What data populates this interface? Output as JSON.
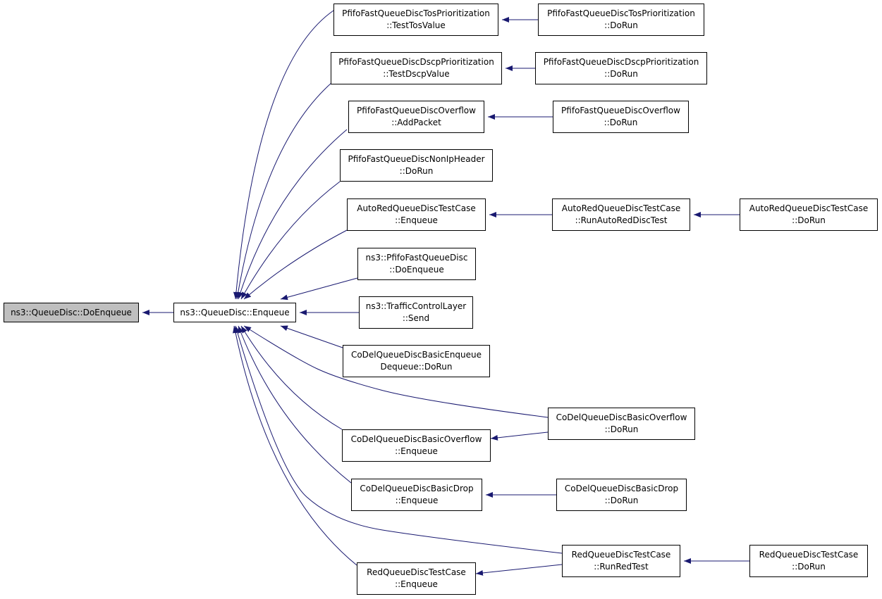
{
  "colors": {
    "edge": "#191970",
    "root_fill": "#bfbfbf",
    "node_fill": "#ffffff",
    "border": "#000000"
  },
  "nodes": [
    {
      "id": "doenqueue",
      "lines": [
        "ns3::QueueDisc::DoEnqueue"
      ],
      "root": true
    },
    {
      "id": "enqueue",
      "lines": [
        "ns3::QueueDisc::Enqueue"
      ]
    },
    {
      "id": "tos_test",
      "lines": [
        "PfifoFastQueueDiscTosPrioritization",
        "::TestTosValue"
      ]
    },
    {
      "id": "tos_run",
      "lines": [
        "PfifoFastQueueDiscTosPrioritization",
        "::DoRun"
      ]
    },
    {
      "id": "dscp_test",
      "lines": [
        "PfifoFastQueueDiscDscpPrioritization",
        "::TestDscpValue"
      ]
    },
    {
      "id": "dscp_run",
      "lines": [
        "PfifoFastQueueDiscDscpPrioritization",
        "::DoRun"
      ]
    },
    {
      "id": "ovf_add",
      "lines": [
        "PfifoFastQueueDiscOverflow",
        "::AddPacket"
      ]
    },
    {
      "id": "ovf_run",
      "lines": [
        "PfifoFastQueueDiscOverflow",
        "::DoRun"
      ]
    },
    {
      "id": "nonip",
      "lines": [
        "PfifoFastQueueDiscNonIpHeader",
        "::DoRun"
      ]
    },
    {
      "id": "autored_enq",
      "lines": [
        "AutoRedQueueDiscTestCase",
        "::Enqueue"
      ]
    },
    {
      "id": "autored_test",
      "lines": [
        "AutoRedQueueDiscTestCase",
        "::RunAutoRedDiscTest"
      ]
    },
    {
      "id": "autored_run",
      "lines": [
        "AutoRedQueueDiscTestCase",
        "::DoRun"
      ]
    },
    {
      "id": "pfifo_doenq",
      "lines": [
        "ns3::PfifoFastQueueDisc",
        "::DoEnqueue"
      ]
    },
    {
      "id": "tcl_send",
      "lines": [
        "ns3::TrafficControlLayer",
        "::Send"
      ]
    },
    {
      "id": "codel_basic",
      "lines": [
        "CoDelQueueDiscBasicEnqueue",
        "Dequeue::DoRun"
      ]
    },
    {
      "id": "codel_ovf_run",
      "lines": [
        "CoDelQueueDiscBasicOverflow",
        "::DoRun"
      ]
    },
    {
      "id": "codel_ovf_enq",
      "lines": [
        "CoDelQueueDiscBasicOverflow",
        "::Enqueue"
      ]
    },
    {
      "id": "codel_drop_enq",
      "lines": [
        "CoDelQueueDiscBasicDrop",
        "::Enqueue"
      ]
    },
    {
      "id": "codel_drop_run",
      "lines": [
        "CoDelQueueDiscBasicDrop",
        "::DoRun"
      ]
    },
    {
      "id": "red_runtest",
      "lines": [
        "RedQueueDiscTestCase",
        "::RunRedTest"
      ]
    },
    {
      "id": "red_run",
      "lines": [
        "RedQueueDiscTestCase",
        "::DoRun"
      ]
    },
    {
      "id": "red_enq",
      "lines": [
        "RedQueueDiscTestCase",
        "::Enqueue"
      ]
    }
  ],
  "edges": [
    {
      "from": "enqueue",
      "to": "doenqueue"
    },
    {
      "from": "tos_test",
      "to": "enqueue"
    },
    {
      "from": "tos_run",
      "to": "tos_test"
    },
    {
      "from": "dscp_test",
      "to": "enqueue"
    },
    {
      "from": "dscp_run",
      "to": "dscp_test"
    },
    {
      "from": "ovf_add",
      "to": "enqueue"
    },
    {
      "from": "ovf_run",
      "to": "ovf_add"
    },
    {
      "from": "nonip",
      "to": "enqueue"
    },
    {
      "from": "autored_enq",
      "to": "enqueue"
    },
    {
      "from": "autored_test",
      "to": "autored_enq"
    },
    {
      "from": "autored_run",
      "to": "autored_test"
    },
    {
      "from": "pfifo_doenq",
      "to": "enqueue"
    },
    {
      "from": "tcl_send",
      "to": "enqueue"
    },
    {
      "from": "codel_basic",
      "to": "enqueue"
    },
    {
      "from": "codel_ovf_run",
      "to": "enqueue"
    },
    {
      "from": "codel_ovf_run",
      "to": "codel_ovf_enq"
    },
    {
      "from": "codel_ovf_enq",
      "to": "enqueue"
    },
    {
      "from": "codel_drop_enq",
      "to": "enqueue"
    },
    {
      "from": "codel_drop_run",
      "to": "codel_drop_enq"
    },
    {
      "from": "red_runtest",
      "to": "enqueue"
    },
    {
      "from": "red_runtest",
      "to": "red_enq"
    },
    {
      "from": "red_run",
      "to": "red_runtest"
    },
    {
      "from": "red_enq",
      "to": "enqueue"
    }
  ]
}
